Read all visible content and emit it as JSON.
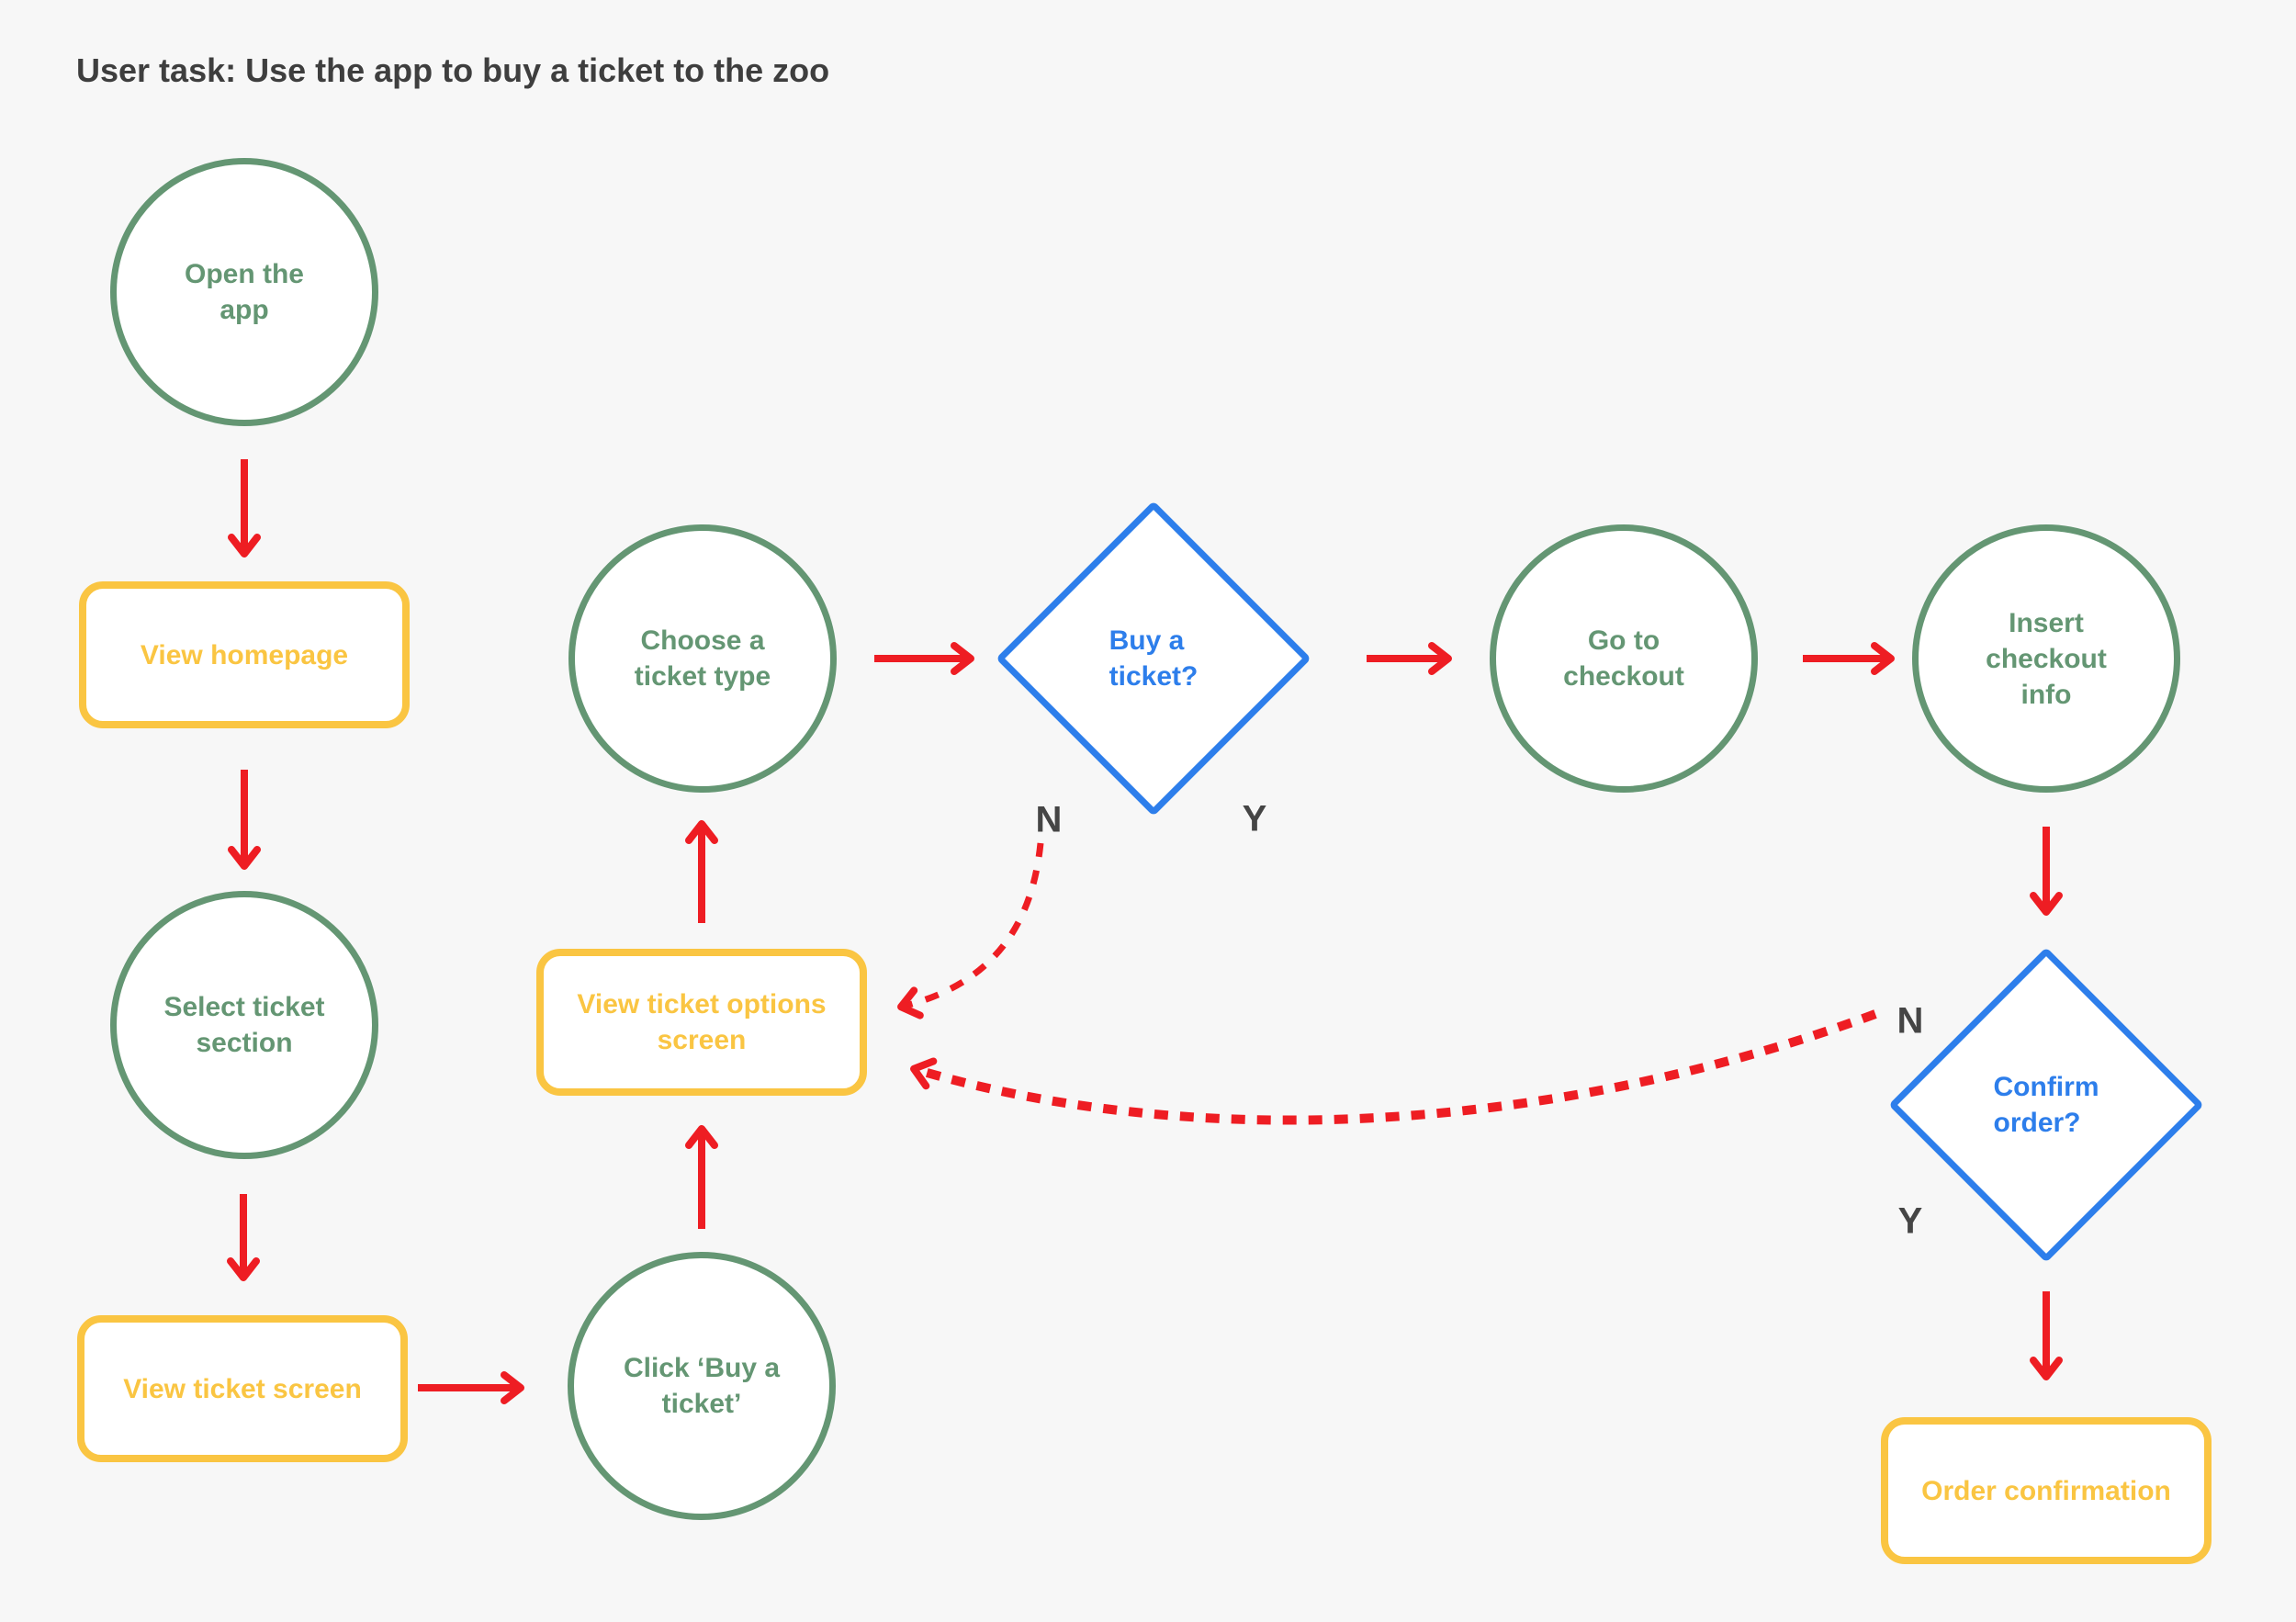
{
  "title": "User task: Use the app to buy a ticket to the zoo",
  "colors": {
    "bg": "#F7F7F7",
    "green": "#649673",
    "yellow": "#FAC542",
    "blue": "#2D7EEB",
    "red": "#EE1D23",
    "text-dark": "#3E3E3E",
    "label": "#454545",
    "node-fill": "#FFFFFF"
  },
  "nodes": {
    "open_app": {
      "label": "Open the\napp"
    },
    "view_homepage": {
      "label": "View homepage"
    },
    "select_ticket_section": {
      "label": "Select ticket\nsection"
    },
    "view_ticket_screen": {
      "label": "View ticket screen"
    },
    "click_buy_a_ticket": {
      "label": "Click ‘Buy a\nticket’"
    },
    "view_ticket_options_screen": {
      "label": "View ticket options\nscreen"
    },
    "choose_a_ticket_type": {
      "label": "Choose a\nticket type"
    },
    "buy_a_ticket": {
      "label": "Buy a\nticket?"
    },
    "go_to_checkout": {
      "label": "Go to\ncheckout"
    },
    "insert_checkout_info": {
      "label": "Insert\ncheckout\ninfo"
    },
    "confirm_order": {
      "label": "Confirm\norder?"
    },
    "order_confirmation": {
      "label": "Order confirmation"
    }
  },
  "branch_labels": {
    "buy_no": "N",
    "buy_yes": "Y",
    "confirm_no": "N",
    "confirm_yes": "Y"
  }
}
